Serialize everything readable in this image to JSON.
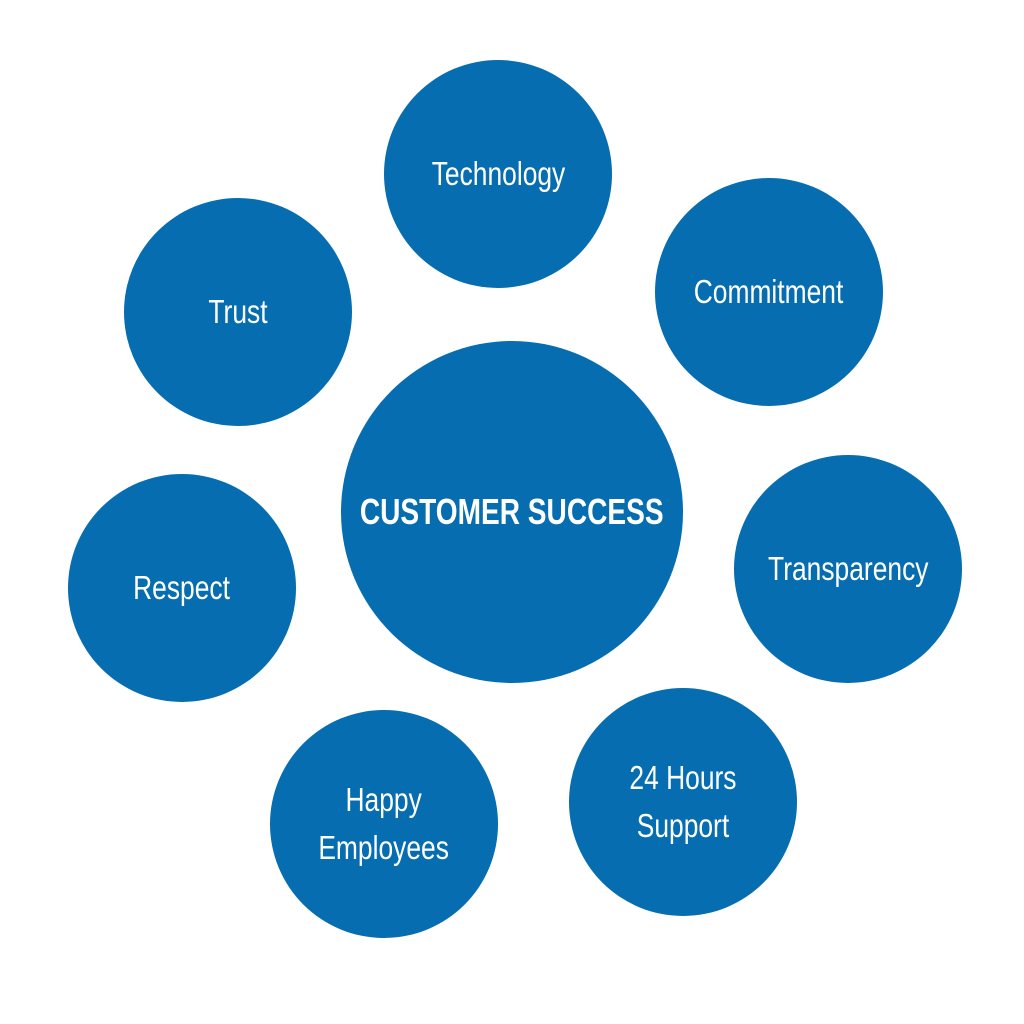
{
  "colors": {
    "bubble_fill": "#056db0",
    "text": "#ffffff",
    "background": "#ffffff"
  },
  "center": {
    "label": "CUSTOMER SUCCESS"
  },
  "nodes": {
    "technology": {
      "label": "Technology"
    },
    "commitment": {
      "label": "Commitment"
    },
    "trust": {
      "label": "Trust"
    },
    "transparency": {
      "label": "Transparency"
    },
    "respect": {
      "label": "Respect"
    },
    "support": {
      "line1": "24 Hours",
      "line2": "Support"
    },
    "happy_employees": {
      "line1": "Happy",
      "line2": "Employees"
    }
  }
}
